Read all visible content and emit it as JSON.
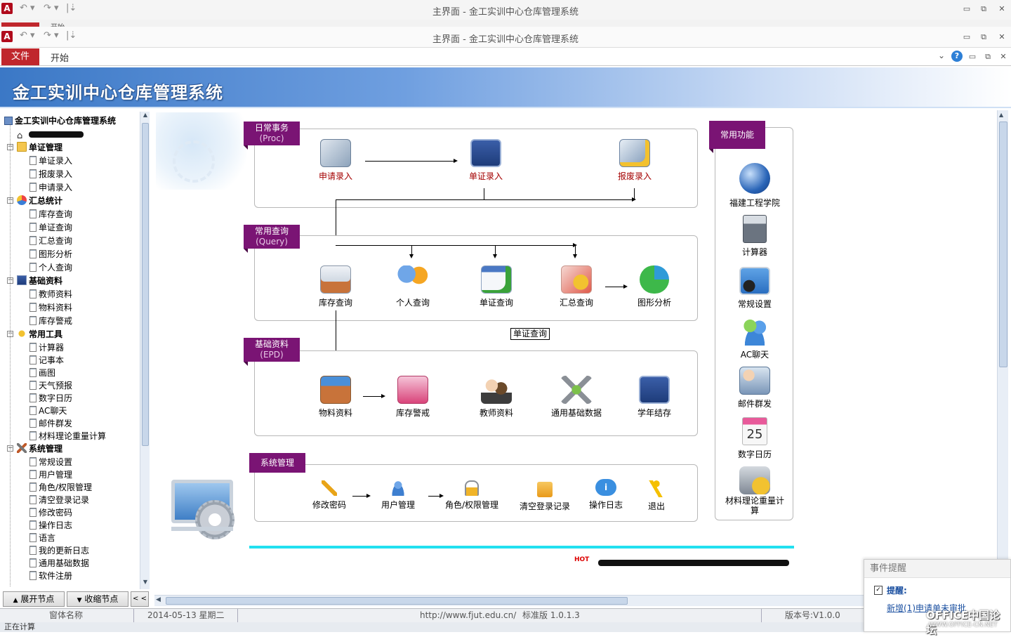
{
  "window": {
    "title": "主界面 - 金工实训中心仓库管理系统",
    "app_icon_letter": "A",
    "ribbon_tabs": [
      "文件",
      "开始"
    ],
    "ghost_tab": "开始"
  },
  "header": {
    "title": "金工实训中心仓库管理系统"
  },
  "nav_tree": {
    "root": "金工实训中心仓库管理系统",
    "redacted_item": "",
    "groups": [
      {
        "label": "单证管理",
        "items": [
          "单证录入",
          "报废录入",
          "申请录入"
        ]
      },
      {
        "label": "汇总统计",
        "items": [
          "库存查询",
          "单证查询",
          "汇总查询",
          "图形分析",
          "个人查询"
        ]
      },
      {
        "label": "基础资料",
        "items": [
          "教师资料",
          "物料资料",
          "库存警戒"
        ]
      },
      {
        "label": "常用工具",
        "items": [
          "计算器",
          "记事本",
          "画图",
          "天气预报",
          "数字日历",
          "AC聊天",
          "邮件群发",
          "材料理论重量计算"
        ]
      },
      {
        "label": "系统管理",
        "items": [
          "常规设置",
          "用户管理",
          "角色/权限管理",
          "清空登录记录",
          "修改密码",
          "操作日志",
          "语言",
          "我的更新日志",
          "通用基础数据",
          "软件注册"
        ]
      }
    ],
    "expand_button": "展开节点",
    "collapse_button": "收缩节点",
    "hide_button": "< <"
  },
  "sections": {
    "daily": {
      "title": "日常事务",
      "subtitle": "(Proc)",
      "items": [
        "申请录入",
        "单证录入",
        "报废录入"
      ]
    },
    "query": {
      "title": "常用查询",
      "subtitle": "(Query)",
      "items": [
        "库存查询",
        "个人查询",
        "单证查询",
        "汇总查询",
        "图形分析"
      ]
    },
    "basic": {
      "title": "基础资料",
      "subtitle": "(EPD)",
      "items": [
        "物料资料",
        "库存警戒",
        "教师资料",
        "通用基础数据",
        "学年结存"
      ]
    },
    "system": {
      "title": "系统管理",
      "items": [
        "修改密码",
        "用户管理",
        "角色/权限管理",
        "清空登录记录",
        "操作日志",
        "退出"
      ]
    }
  },
  "tooltip": "单证查询",
  "common_functions": {
    "title": "常用功能",
    "items": [
      "福建工程学院",
      "计算器",
      "常规设置",
      "AC聊天",
      "邮件群发",
      "数字日历",
      "材料理论重量计算"
    ]
  },
  "calendar_day": "25",
  "status_bar": {
    "form_name": "窗体名称",
    "date": "2014-05-13 星期二",
    "url": "http://www.fjut.edu.cn/",
    "edition": "标准版 1.0.1.3",
    "version": "版本号:V1.0.0"
  },
  "bottom_status": "正在计算",
  "event_popup": {
    "title": "事件提醒",
    "heading": "提醒:",
    "message": "新增(1)申请单未审批"
  },
  "watermark": {
    "line1": "OFFICE中国论坛",
    "line2": "WWW.OFFICE-CN.NET"
  },
  "hot_badge": "HOT",
  "colors": {
    "accent_purple": "#7a1474",
    "file_tab": "#c0272d",
    "divider_cyan": "#22e0f0",
    "header_blue": "#3b78c6"
  }
}
